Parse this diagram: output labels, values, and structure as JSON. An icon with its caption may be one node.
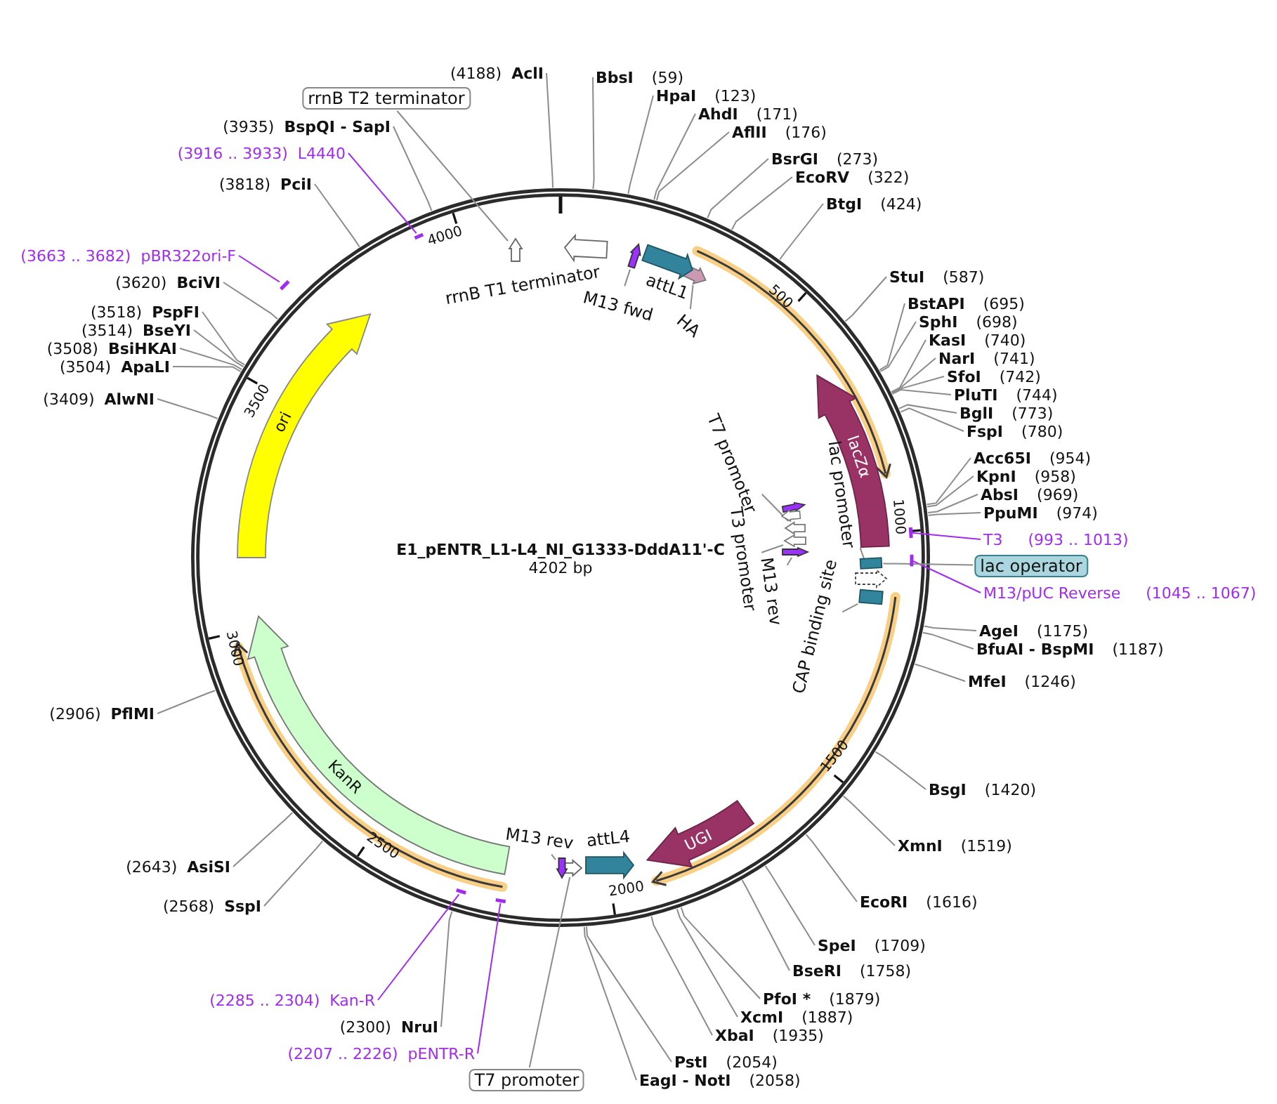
{
  "diagram": {
    "title": "E1_pENTR_L1-L4_NI_G1333-DddA11'-C",
    "nodes": [
      {
        "text": [
          "(4188)",
          "AclI"
        ]
      },
      {
        "text": [
          "BbsI",
          "(59)"
        ]
      },
      {
        "text": [
          "HpaI",
          "(123)"
        ]
      },
      {
        "text": [
          "AhdI",
          "(171)"
        ]
      },
      {
        "text": [
          "AflII",
          "(176)"
        ]
      },
      {
        "text": [
          "BsrGI",
          "(273)"
        ]
      },
      {
        "text": [
          "EcoRV",
          "(322)"
        ]
      },
      {
        "text": [
          "BtgI",
          "(424)"
        ]
      },
      {
        "text": [
          "StuI",
          "(587)"
        ]
      },
      {
        "text": [
          "BstAPI",
          "(695)"
        ]
      },
      {
        "text": [
          "SphI",
          "(698)"
        ]
      },
      {
        "text": [
          "KasI",
          "(740)"
        ]
      },
      {
        "text": [
          "NarI",
          "(741)"
        ]
      },
      {
        "text": [
          "SfoI",
          "(742)"
        ]
      },
      {
        "text": [
          "PluTI",
          "(744)"
        ]
      },
      {
        "text": [
          "BglI",
          "(773)"
        ]
      },
      {
        "text": [
          "FspI",
          "(780)"
        ]
      },
      {
        "text": [
          "Acc65I",
          "(954)"
        ]
      },
      {
        "text": [
          "KpnI",
          "(958)"
        ]
      },
      {
        "text": [
          "AbsI",
          "(969)"
        ]
      },
      {
        "text": [
          "PpuMI",
          "(974)"
        ]
      },
      {
        "text": [
          "AgeI",
          "(1175)"
        ]
      },
      {
        "text": [
          "BfuAI - BspMI",
          "(1187)"
        ]
      },
      {
        "text": [
          "MfeI",
          "(1246)"
        ]
      },
      {
        "text": [
          "BsgI",
          "(1420)"
        ]
      },
      {
        "text": [
          "XmnI",
          "(1519)"
        ]
      },
      {
        "text": [
          "EcoRI",
          "(1616)"
        ]
      },
      {
        "text": [
          "SpeI",
          "(1709)"
        ]
      },
      {
        "text": [
          "BseRI",
          "(1758)"
        ]
      },
      {
        "text": [
          "PfoI *",
          "(1879)"
        ]
      },
      {
        "text": [
          "XcmI",
          "(1887)"
        ]
      },
      {
        "text": [
          "XbaI",
          "(1935)"
        ]
      },
      {
        "text": [
          "PstI",
          "(2054)"
        ]
      },
      {
        "text": [
          "EagI - NotI",
          "(2058)"
        ]
      },
      {
        "text": [
          "(2300)",
          "NruI"
        ]
      },
      {
        "text": [
          "(2568)",
          "SspI"
        ]
      },
      {
        "text": [
          "(2643)",
          "AsiSI"
        ]
      },
      {
        "text": [
          "(2906)",
          "PflMI"
        ]
      },
      {
        "text": [
          "(3409)",
          "AlwNI"
        ]
      },
      {
        "text": [
          "(3504)",
          "ApaLI"
        ]
      },
      {
        "text": [
          "(3508)",
          "BsiHKAI"
        ]
      },
      {
        "text": [
          "(3514)",
          "BseYI"
        ]
      },
      {
        "text": [
          "(3518)",
          "PspFI"
        ]
      },
      {
        "text": [
          "(3620)",
          "BciVI"
        ]
      },
      {
        "text": [
          "(3818)",
          "PciI"
        ]
      },
      {
        "text": [
          "(3935)",
          "BspQI - SapI"
        ]
      },
      {
        "text": [
          "(3916 .. 3933)",
          "L4440"
        ]
      },
      {
        "text": [],
        "shape": "bar"
      },
      {
        "text": [
          "(3663 .. 3682)",
          "pBR322ori-F"
        ]
      },
      {
        "text": [],
        "shape": "bar"
      },
      {
        "text": [
          "T3",
          "(993 .. 1013)"
        ]
      },
      {
        "text": [],
        "shape": "bar"
      },
      {
        "text": [
          "M13/pUC Reverse",
          "(1045 .. 1067)"
        ]
      },
      {
        "text": [],
        "shape": "bar"
      },
      {
        "text": [
          "(2285 .. 2304)",
          "Kan-R"
        ]
      },
      {
        "text": [],
        "shape": "bar"
      },
      {
        "text": [
          "(2207 .. 2226)",
          "pENTR-R"
        ]
      },
      {
        "text": [],
        "shape": "bar"
      },
      {
        "text": [
          "rrnB T2 terminator"
        ]
      },
      {
        "text": [],
        "shape": "arrow"
      },
      {
        "text": [
          "T7 promoter"
        ]
      },
      {
        "text": [],
        "shape": "arrow"
      },
      {
        "text": [
          "lac operator"
        ]
      },
      {
        "text": [],
        "shape": "box"
      },
      {
        "text": [
          "M13 fwd"
        ]
      },
      {
        "text": [],
        "shape": "arrow"
      },
      {
        "text": [
          "HA"
        ]
      },
      {
        "text": [],
        "shape": "arrow"
      },
      {
        "text": [
          "T7 promoter"
        ]
      },
      {
        "text": [],
        "shape": "arrow"
      },
      {
        "text": [
          "T3 promoter"
        ]
      },
      {
        "text": [],
        "shape": "arrow"
      },
      {
        "text": [
          "M13 rev"
        ]
      },
      {
        "text": [],
        "shape": "arrow"
      },
      {
        "text": [
          "lac promoter"
        ]
      },
      {
        "text": [],
        "shape": "arrow"
      },
      {
        "text": [
          "CAP binding site"
        ]
      },
      {
        "text": [],
        "shape": "box"
      },
      {
        "text": [
          "M13 rev"
        ]
      },
      {
        "text": [],
        "shape": "arrow"
      },
      {
        "text": [
          "rrnB T1 terminator"
        ]
      },
      {
        "text": [
          "attL1"
        ]
      },
      {
        "text": [
          "attL4"
        ]
      },
      {
        "text": [
          "ori"
        ]
      },
      {
        "text": [
          "KanR"
        ]
      },
      {
        "text": [
          "lacZα"
        ]
      },
      {
        "text": [
          "UGI"
        ]
      }
    ],
    "edges": [
      {
        "from": 0,
        "to": null,
        "arrow": "none"
      },
      {
        "from": 1,
        "to": null,
        "arrow": "none"
      },
      {
        "from": 2,
        "to": null,
        "arrow": "none"
      },
      {
        "from": 3,
        "to": null,
        "arrow": "none"
      },
      {
        "from": 4,
        "to": null,
        "arrow": "none"
      },
      {
        "from": 5,
        "to": null,
        "arrow": "none"
      },
      {
        "from": 6,
        "to": null,
        "arrow": "none"
      },
      {
        "from": 7,
        "to": null,
        "arrow": "none"
      },
      {
        "from": 8,
        "to": null,
        "arrow": "none"
      },
      {
        "from": 9,
        "to": null,
        "arrow": "none"
      },
      {
        "from": 10,
        "to": null,
        "arrow": "none"
      },
      {
        "from": 11,
        "to": null,
        "arrow": "none"
      },
      {
        "from": 12,
        "to": null,
        "arrow": "none"
      },
      {
        "from": 13,
        "to": null,
        "arrow": "none"
      },
      {
        "from": 14,
        "to": null,
        "arrow": "none"
      },
      {
        "from": 15,
        "to": null,
        "arrow": "none"
      },
      {
        "from": 16,
        "to": null,
        "arrow": "none"
      },
      {
        "from": 17,
        "to": null,
        "arrow": "none"
      },
      {
        "from": 18,
        "to": null,
        "arrow": "none"
      },
      {
        "from": 19,
        "to": null,
        "arrow": "none"
      },
      {
        "from": 20,
        "to": null,
        "arrow": "none"
      },
      {
        "from": 21,
        "to": null,
        "arrow": "none"
      },
      {
        "from": 22,
        "to": null,
        "arrow": "none"
      },
      {
        "from": 23,
        "to": null,
        "arrow": "none"
      },
      {
        "from": 24,
        "to": null,
        "arrow": "none"
      },
      {
        "from": 25,
        "to": null,
        "arrow": "none"
      },
      {
        "from": 26,
        "to": null,
        "arrow": "none"
      },
      {
        "from": 27,
        "to": null,
        "arrow": "none"
      },
      {
        "from": 28,
        "to": null,
        "arrow": "none"
      },
      {
        "from": 29,
        "to": null,
        "arrow": "none"
      },
      {
        "from": 30,
        "to": null,
        "arrow": "none"
      },
      {
        "from": 31,
        "to": null,
        "arrow": "none"
      },
      {
        "from": 32,
        "to": null,
        "arrow": "none"
      },
      {
        "from": 33,
        "to": null,
        "arrow": "none"
      },
      {
        "from": 34,
        "to": null,
        "arrow": "none"
      },
      {
        "from": 35,
        "to": null,
        "arrow": "none"
      },
      {
        "from": 36,
        "to": null,
        "arrow": "none"
      },
      {
        "from": 37,
        "to": null,
        "arrow": "none"
      },
      {
        "from": 38,
        "to": null,
        "arrow": "none"
      },
      {
        "from": 39,
        "to": null,
        "arrow": "none"
      },
      {
        "from": 40,
        "to": null,
        "arrow": "none"
      },
      {
        "from": 41,
        "to": null,
        "arrow": "none"
      },
      {
        "from": 42,
        "to": null,
        "arrow": "none"
      },
      {
        "from": 43,
        "to": null,
        "arrow": "none"
      },
      {
        "from": 44,
        "to": null,
        "arrow": "none"
      },
      {
        "from": 45,
        "to": null,
        "arrow": "none"
      },
      {
        "from": 46,
        "to": 47,
        "arrow": "none",
        "color": "#a12cf0"
      },
      {
        "from": 48,
        "to": 49,
        "arrow": "none",
        "color": "#a12cf0"
      },
      {
        "from": 50,
        "to": 51,
        "arrow": "none",
        "color": "#a12cf0"
      },
      {
        "from": 52,
        "to": 53,
        "arrow": "none",
        "color": "#a12cf0"
      },
      {
        "from": 54,
        "to": 55,
        "arrow": "none",
        "color": "#a12cf0"
      },
      {
        "from": 56,
        "to": 57,
        "arrow": "none",
        "color": "#a12cf0"
      },
      {
        "from": 58,
        "to": 59,
        "arrow": "none"
      },
      {
        "from": 60,
        "to": 61,
        "arrow": "none"
      },
      {
        "from": 62,
        "to": 63,
        "arrow": "none"
      },
      {
        "from": 64,
        "to": 65,
        "arrow": "none"
      },
      {
        "from": 66,
        "to": 67,
        "arrow": "none"
      },
      {
        "from": 68,
        "to": 69,
        "arrow": "none"
      },
      {
        "from": 70,
        "to": 71,
        "arrow": "none"
      },
      {
        "from": 72,
        "to": 73,
        "arrow": "none"
      },
      {
        "from": 74,
        "to": 75,
        "arrow": "none"
      },
      {
        "from": 76,
        "to": 77,
        "arrow": "none"
      },
      {
        "from": 78,
        "to": 79,
        "arrow": "none"
      }
    ],
    "labels": [
      "4202 bp",
      "500",
      "1000",
      "1500",
      "2000",
      "2500",
      "3000",
      "3500",
      "4000"
    ]
  }
}
